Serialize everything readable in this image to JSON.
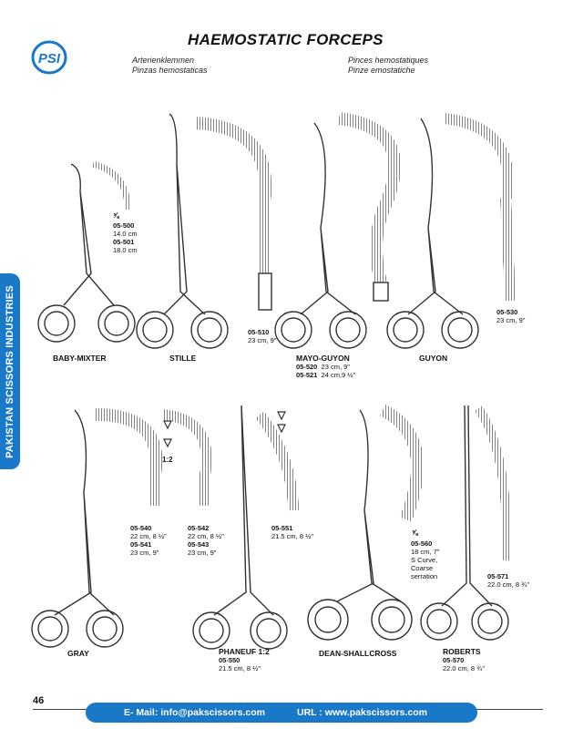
{
  "header": {
    "title": "HAEMOSTATIC FORCEPS",
    "subtitles": {
      "de": "Arterienklemmen",
      "es": "Pinzas hemostaticas",
      "fr": "Pinces hemostatiques",
      "it": "Pinze emostatiche"
    }
  },
  "sidebar": {
    "text": "PAKISTAN SCISSORS INDUSTRIES"
  },
  "logo": {
    "text": "PSI",
    "color": "#1a78c9"
  },
  "products": {
    "baby_mixter": {
      "name": "BABY-MIXTER",
      "ratio": "⅝",
      "code1": "05-500",
      "size1": "14.0 cm",
      "code2": "05-501",
      "size2": "18.0 cm"
    },
    "stille": {
      "name": "STILLE",
      "code": "05-510",
      "size": "23 cm, 9\""
    },
    "mayo_guyon": {
      "name": "MAYO-GUYON",
      "code1": "05-520",
      "size1": "23 cm, 9\"",
      "code2": "05-521",
      "size2": "24 cm,9 ½\""
    },
    "guyon": {
      "name": "GUYON",
      "code": "05-530",
      "size": "23 cm, 9\""
    },
    "gray": {
      "name": "GRAY",
      "ratio": "1:2",
      "code1": "05-540",
      "size1": "22 cm, 8 ½\"",
      "code2": "05-541",
      "size2": "23 cm, 9\"",
      "code3": "05-542",
      "size3": "22 cm, 8 ½\"",
      "code4": "05-543",
      "size4": "23 cm, 9\""
    },
    "phaneuf": {
      "name": "PHANEUF 1:2",
      "code1": "05-550",
      "size1": "21.5 cm, 8 ½\"",
      "code2": "05-551",
      "size2": "21.5 cm, 8 ½\""
    },
    "dean_shallcross": {
      "name": "DEAN-SHALLCROSS",
      "ratio": "⅝",
      "code": "05-560",
      "size": "18 cm, 7\"",
      "note1": "S Curve,",
      "note2": "Coarse",
      "note3": "serration"
    },
    "roberts": {
      "name": "ROBERTS",
      "code1": "05-570",
      "size1": "22.0 cm, 8 ¾\"",
      "code2": "05-571",
      "size2": "22.0 cm, 8 ¾\""
    }
  },
  "footer": {
    "page_number": "46",
    "email": "E- Mail: info@pakscissors.com",
    "url": "URL : www.pakscissors.com",
    "color": "#1a78c9"
  }
}
